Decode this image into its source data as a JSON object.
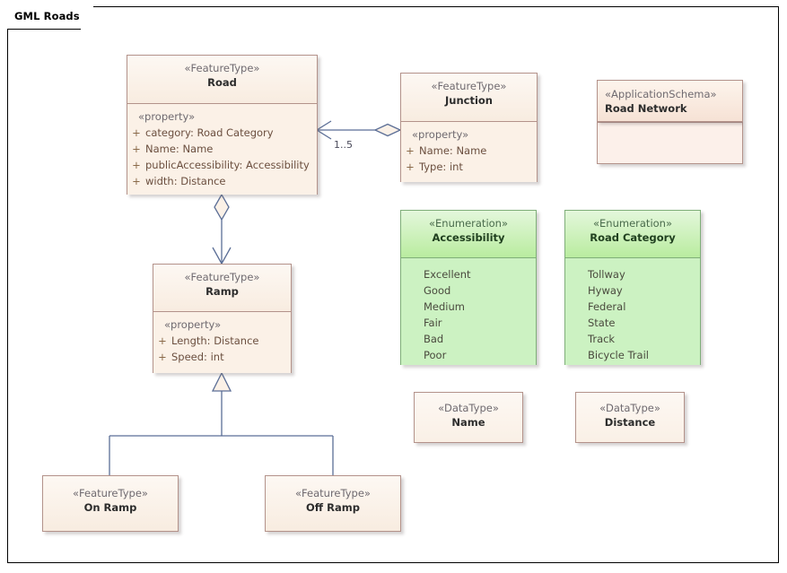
{
  "frame": {
    "title": "GML Roads"
  },
  "nodes": {
    "road": {
      "stereotype": "«FeatureType»",
      "name": "Road",
      "group_stereotype": "«property»",
      "attributes": [
        {
          "visibility": "+",
          "text": "category: Road Category"
        },
        {
          "visibility": "+",
          "text": "Name: Name"
        },
        {
          "visibility": "+",
          "text": "publicAccessibility: Accessibility"
        },
        {
          "visibility": "+",
          "text": "width: Distance"
        }
      ]
    },
    "junction": {
      "stereotype": "«FeatureType»",
      "name": "Junction",
      "group_stereotype": "«property»",
      "attributes": [
        {
          "visibility": "+",
          "text": "Name: Name"
        },
        {
          "visibility": "+",
          "text": "Type: int"
        }
      ]
    },
    "ramp": {
      "stereotype": "«FeatureType»",
      "name": "Ramp",
      "group_stereotype": "«property»",
      "attributes": [
        {
          "visibility": "+",
          "text": "Length: Distance"
        },
        {
          "visibility": "+",
          "text": "Speed: int"
        }
      ]
    },
    "on_ramp": {
      "stereotype": "«FeatureType»",
      "name": "On Ramp"
    },
    "off_ramp": {
      "stereotype": "«FeatureType»",
      "name": "Off Ramp"
    },
    "road_network": {
      "stereotype": "«ApplicationSchema»",
      "name": "Road Network"
    },
    "accessibility": {
      "stereotype": "«Enumeration»",
      "name": "Accessibility",
      "literals": [
        "Excellent",
        "Good",
        "Medium",
        "Fair",
        "Bad",
        "Poor"
      ]
    },
    "road_category": {
      "stereotype": "«Enumeration»",
      "name": "Road Category",
      "literals": [
        "Tollway",
        "Hyway",
        "Federal",
        "State",
        "Track",
        "Bicycle Trail"
      ]
    },
    "name_type": {
      "stereotype": "«DataType»",
      "name": "Name"
    },
    "distance_type": {
      "stereotype": "«DataType»",
      "name": "Distance"
    }
  },
  "connectors": {
    "road_junction": {
      "kind": "aggregation",
      "multiplicity": "1..5"
    },
    "road_ramp": {
      "kind": "aggregation"
    },
    "ramp_generalization": {
      "kind": "generalization"
    }
  },
  "colors": {
    "feature_fill": "#fbf1e7",
    "feature_border": "#b3928a",
    "enum_fill": "#ccf2c2",
    "enum_border": "#7fae79",
    "connector": "#5b6e96",
    "frame_border": "#000000"
  }
}
